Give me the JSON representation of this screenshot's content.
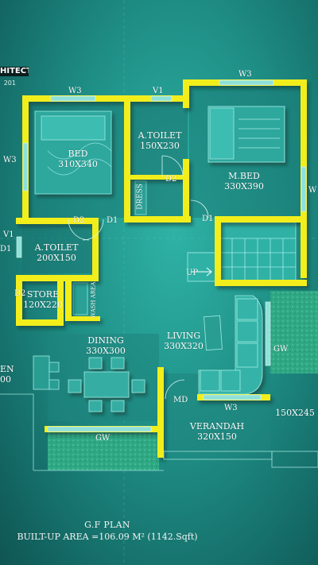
{
  "brand": {
    "name": "HITECT",
    "sub": "201"
  },
  "labels": {
    "w3_bed": "W3",
    "v1_top": "V1",
    "w3_mbed": "W3",
    "w3_left": "W3",
    "w_right": "W",
    "bed_name": "BED",
    "bed_dim": "310X340",
    "atoilet1_name": "A.TOILET",
    "atoilet1_dim": "150X230",
    "mbed_name": "M.BED",
    "mbed_dim": "330X390",
    "dress": "DRESS",
    "d2_a": "D2",
    "d1_a": "D1",
    "d1_b": "D1",
    "d2_b": "D2",
    "v1_left": "V1",
    "d1_left": "D1",
    "d2_left": "D2",
    "atoilet2_name": "A.TOILET",
    "atoilet2_dim": "200X150",
    "up": "UP",
    "store_name": "STORE",
    "store_dim": "120X220",
    "wash": "WASH AREA",
    "dining_name": "DINING",
    "dining_dim": "330X300",
    "living_name": "LIVING",
    "living_dim": "330X320",
    "gw_right": "GW",
    "gw_bottom": "GW",
    "kitchen_partial": "EN",
    "kitchen_partial_dim": "00",
    "md": "MD",
    "w3_bottom": "W3",
    "verandah_name": "VERANDAH",
    "verandah_dim": "320X150",
    "side_dim": "150X245"
  },
  "caption": {
    "title": "G.F PLAN",
    "area": "BUILT-UP AREA =106.09 M² (1142.Sqft)"
  },
  "colors": {
    "wall": "#f2ee1d",
    "window": "#8fe0d8",
    "furniture": "#3fb9ae",
    "lawn": "#2fa884"
  }
}
